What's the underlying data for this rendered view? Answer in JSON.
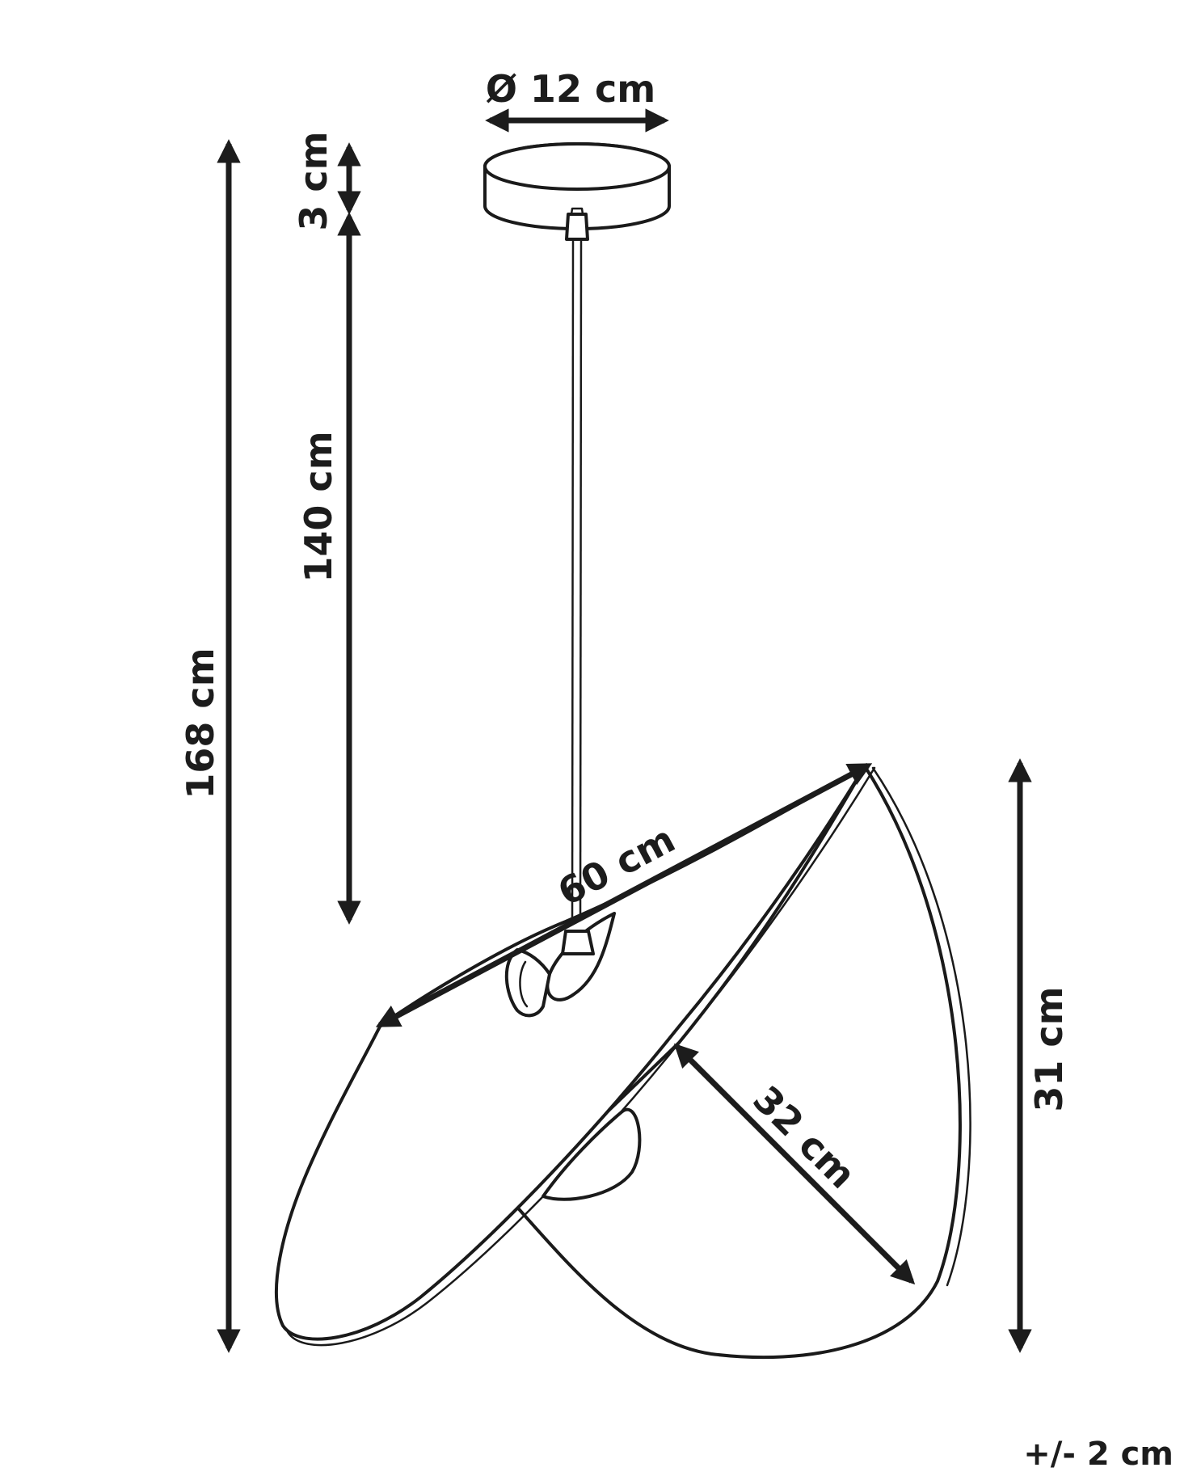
{
  "dimensions": {
    "canopy_diameter": "Ø 12 cm",
    "canopy_height": "3 cm",
    "cable_length": "140 cm",
    "total_height": "168 cm",
    "shade_width": "60 cm",
    "shade_depth": "32 cm",
    "shade_height": "31 cm"
  },
  "tolerance": "+/- 2 cm",
  "colors": {
    "ink": "#1c1c1c",
    "background": "#ffffff"
  }
}
